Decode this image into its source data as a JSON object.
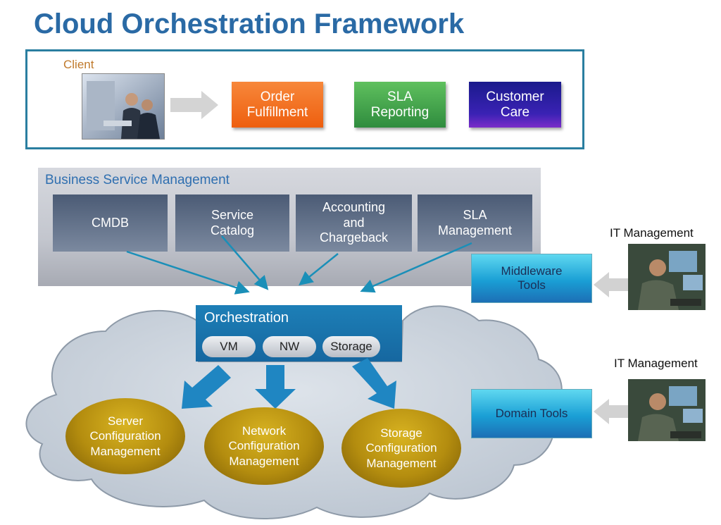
{
  "title": "Cloud Orchestration Framework",
  "client": {
    "label": "Client",
    "services": [
      {
        "label": "Order\nFulfillment",
        "color": "#f26b12"
      },
      {
        "label": "SLA\nReporting",
        "color": "#3ea447"
      },
      {
        "label": "Customer\nCare",
        "color": "#2a1ca0"
      }
    ]
  },
  "bsm": {
    "label": "Business Service Management",
    "items": [
      "CMDB",
      "Service\nCatalog",
      "Accounting\nand\nChargeback",
      "SLA\nManagement"
    ]
  },
  "orchestration": {
    "label": "Orchestration",
    "pills": [
      "VM",
      "NW",
      "Storage"
    ]
  },
  "config": [
    "Server\nConfiguration\nManagement",
    "Network\nConfiguration\nManagement",
    "Storage\nConfiguration\nManagement"
  ],
  "tools": [
    "Middleware\nTools",
    "Domain Tools"
  ],
  "it_management": [
    "IT Management",
    "IT Management"
  ],
  "colors": {
    "accent": "#2a6aa5",
    "cloud": "#c6cfd9",
    "orchestration": "#1667a0",
    "tools": "#1a9fd5"
  }
}
